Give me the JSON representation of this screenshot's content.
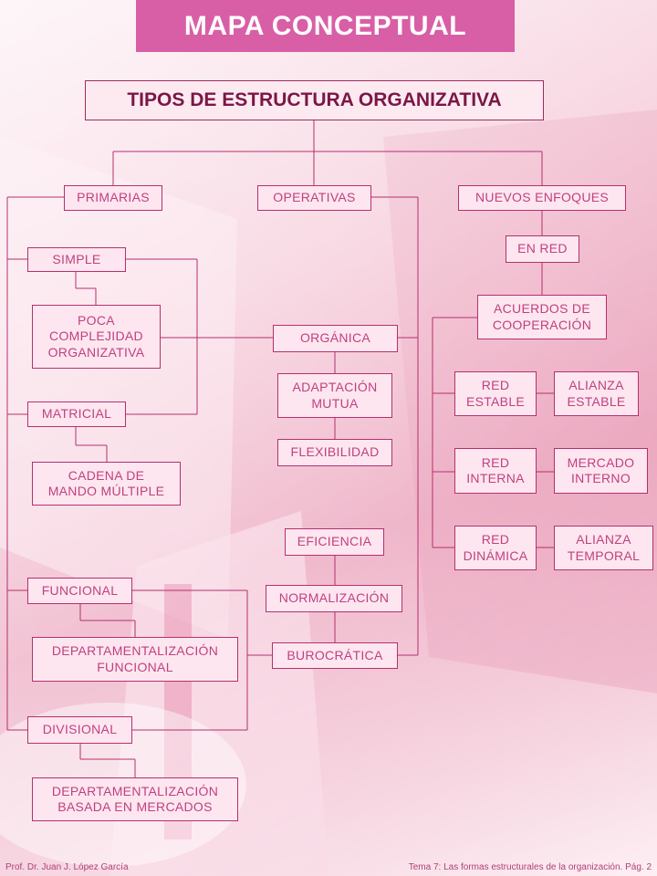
{
  "header": {
    "title": "MAPA CONCEPTUAL"
  },
  "main_title": "TIPOS DE ESTRUCTURA ORGANIZATIVA",
  "nodes": {
    "primarias": "PRIMARIAS",
    "operativas": "OPERATIVAS",
    "nuevos_enfoques": "NUEVOS ENFOQUES",
    "simple": "SIMPLE",
    "poca_complejidad": "POCA\nCOMPLEJIDAD\nORGANIZATIVA",
    "matricial": "MATRICIAL",
    "cadena_mando": "CADENA DE\nMANDO MÚLTIPLE",
    "funcional": "FUNCIONAL",
    "dept_funcional": "DEPARTAMENTALIZACIÓN\nFUNCIONAL",
    "divisional": "DIVISIONAL",
    "dept_mercados": "DEPARTAMENTALIZACIÓN\nBASADA EN MERCADOS",
    "organica": "ORGÁNICA",
    "adaptacion_mutua": "ADAPTACIÓN\nMUTUA",
    "flexibilidad": "FLEXIBILIDAD",
    "eficiencia": "EFICIENCIA",
    "normalizacion": "NORMALIZACIÓN",
    "burocratica": "BUROCRÁTICA",
    "en_red": "EN RED",
    "acuerdos": "ACUERDOS DE\nCOOPERACIÓN",
    "red_estable": "RED\nESTABLE",
    "alianza_estable": "ALIANZA\nESTABLE",
    "red_interna": "RED\nINTERNA",
    "mercado_interno": "MERCADO\nINTERNO",
    "red_dinamica": "RED\nDINÁMICA",
    "alianza_temporal": "ALIANZA\nTEMPORAL"
  },
  "footer": {
    "left": "Prof. Dr. Juan J. López García",
    "right": "Tema 7: Las formas estructurales de la organización. Pág. 2"
  },
  "colors": {
    "banner": "#d85fa6",
    "line": "#b5306f",
    "text": "#c04081"
  }
}
